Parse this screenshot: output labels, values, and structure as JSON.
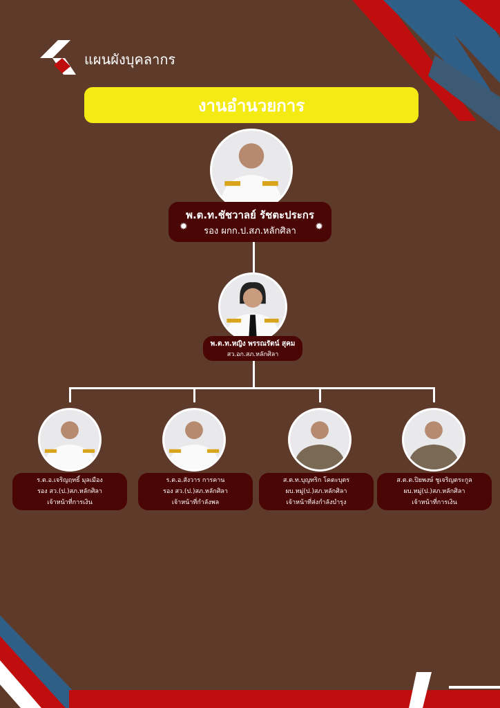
{
  "header": {
    "title": "แผนผังบุคลากร"
  },
  "section_title": "งานอำนวยการ",
  "colors": {
    "background": "#5e3a2b",
    "box": "#4a0505",
    "title": "#f5eb14",
    "accent_red": "#c00d0d",
    "accent_blue": "#2f5f86"
  },
  "level1": {
    "name": "พ.ต.ท.ชัชวาลย์ รัชตะประกร",
    "position": "รอง ผกก.ป.สภ.หลักศิลา"
  },
  "level2": {
    "name": "พ.ต.ท.หญิง พรรณรัตน์ สุคม",
    "position": "สว.อก.สภ.หลักศิลา"
  },
  "staff": [
    {
      "name": "ร.ต.อ.เจริญฤทธิ์ มุลเมือง",
      "position": "รอง สว.(ป.)สภ.หลักศิลา",
      "duty": "เจ้าหน้าที่การเงิน",
      "uniform": "white"
    },
    {
      "name": "ร.ต.อ.สังวาร การคาน",
      "position": "รอง สว.(ป.)สภ.หลักศิลา",
      "duty": "เจ้าหน้าที่กำลังพล",
      "uniform": "white"
    },
    {
      "name": "ส.ต.ท.บุญทริก โคตะบุตร",
      "position": "ผบ.หมู่(ป.)สภ.หลักศิลา",
      "duty": "เจ้าหน้าที่ส่งกำลังบำรุง",
      "uniform": "khaki"
    },
    {
      "name": "ส.ต.ต.ปิยพงษ์ ชูเจริญตระกูล",
      "position": "ผบ.หมู่(ป.)สภ.หลักศิลา",
      "duty": "เจ้าหน้าที่การเงิน",
      "uniform": "khaki"
    }
  ]
}
